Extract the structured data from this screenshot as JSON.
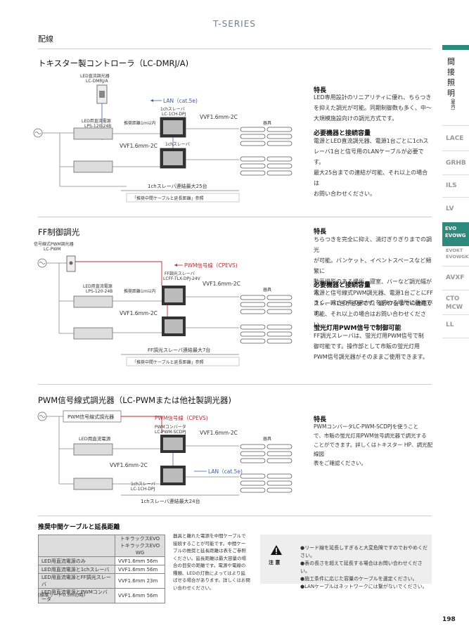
{
  "header": {
    "series": "T-SERIES",
    "section": "配線"
  },
  "sidetabs": {
    "active_label_chars": [
      "間",
      "接",
      "照",
      "明"
    ],
    "active_sub": "(屋内)",
    "items": [
      "LACE",
      "GRHB",
      "ILS",
      "LV",
      "EVO EVOWG",
      "EVOKT EVOWGKT",
      "AVXF",
      "CTO MCW",
      "LL"
    ]
  },
  "sec1": {
    "title": "トキスター製コントローラ（LC-DMRJ/A)",
    "feature_h": "特長",
    "feature_p": "LED専用設計のリニアリティに優れ、ちらつき\nを抑えた調光が可能。同期制御数も多く、中〜\n大規模施設向けの調光方式です。",
    "req_h": "必要機器と接続容量",
    "req_p": "電源とLED直流調光器、電源1台ごとに1chス\nレーバ1台と信号用のLANケーブルが必要です。\n最大25台までの連結が可能、それ以上の場合は\nお問い合わせください。",
    "diagram": {
      "dimmer_label1": "LED直流調光器",
      "dimmer_label2": "LC-DMRJ/A",
      "lan": "LAN（cat.5e)",
      "slave1": "1chスレーバ",
      "slave2": "LC-1CH-DPJ",
      "psu1": "LED用直流電源",
      "psu2": "LPS-120-24B",
      "dist": "推奨距離1m以内",
      "vvf": "VVF1.6mm-2C",
      "fixture": "器具",
      "slave_b1": "1chスレーバ",
      "max": "1chスレーバ連結最大25台",
      "ref": "「推奨中間ケーブルと延長距離」参照"
    }
  },
  "sec2": {
    "title": "FF制御調光",
    "feature_h": "特長",
    "feature_p": "ちらつきを完全に抑え、消灯ぎりぎりまでの調光\nが可能。バンケット、イベントスペースなど頻繁に\n動画撮影のある場所、寝室、バーなど調光幅が大\nきく、暗さの中のあかりを求める場所に最適です。",
    "req_h": "必要機器と接続容量",
    "req_p": "電源と信号線式PWM調光器、電源1台ごとにFF\nスレーバ1台が必要です。最大7台までの連結が\n可能、それ以上の場合はお問い合わせください。",
    "fl_h": "蛍光灯用PWM信号で制御可能",
    "fl_p": "FF調光スレーバは、蛍光灯用PWM信号で制\n御可能です。操作部として市販の蛍光灯用\nPWM信号調光器がそのままご使用できます。",
    "diagram": {
      "dimmer1": "信号線式PWM調光器",
      "dimmer2": "LC-PWM",
      "pwm": "PWM信号線（CPEVS)",
      "slave1": "FF調光スレーバ",
      "slave2": "LCFF-TLX-DPJ-24V",
      "psu1": "LED用直流電源",
      "psu2": "LPS-120-24B",
      "dist": "推奨距離1m以内",
      "vvf": "VVF1.6mm-2C",
      "fixture": "器具",
      "max": "FF調光スレーバ連結最大7台",
      "ref": "「推奨中間ケーブルと延長距離」参照"
    }
  },
  "sec3": {
    "title": "PWM信号線式調光器（LC-PWMまたは他社製調光器)",
    "feature_h": "特長",
    "feature_p": "PWMコンバータLC-PWM-SCDPJを使うこと\nで、市販の蛍光灯用PWM信号調光器で調光する\nことができます。詳しくはトキスター HP、調光配線図\n表をご確認ください。",
    "diagram": {
      "dimmer": "PWM信号線式調光器",
      "pwm": "PWM信号線（CPEVS)",
      "conv1": "PWMコンバータ",
      "conv2": "LC-PWM-SCDPJ",
      "psu": "LED用直流電源",
      "vvf": "VVF1.6mm-2C",
      "fixture": "器具",
      "lan": "LAN（cat.5e)",
      "slave1": "1chスレーバ",
      "slave2": "LC-1CH-DPJ",
      "max": "1chスレーバ連結最大24台"
    }
  },
  "cable": {
    "title": "推奨中間ケーブルと延長距離",
    "head": [
      "",
      "トキラックスEVO\nトキラックスEVO WG"
    ],
    "rows": [
      [
        "LED用直流電源のみ",
        "VVF1.6mm 56m"
      ],
      [
        "LED用直流電源と1chスレーバ",
        "VVF1.6mm 56m"
      ],
      [
        "LED用直流電源とFF調光スレーバ",
        "VVF1.6mm 23m"
      ],
      [
        "LED用直流電源とPWMコンバータ",
        "VVF1.6mm 56m"
      ]
    ],
    "footnote": "(標準リード0.5mの時)",
    "desc": "器具と離れた電源を中間ケーブルで\n接続することが可能です。中間ケー\nブルの推奨と延長距離は表をご参照\nください。延長距離は最大容量の場\n合の目安の距離です。電源や電線の\n種類、LEDの灯数によってはより延\nばせる場合があります。詳しくはお問\nい合わせください。"
  },
  "caution": {
    "label": "注 意",
    "items": [
      "●リード線を延長しすぎると大変危険ですのでおやめください。",
      "●表の長さを超えて延長する場合はお問い合わせください。",
      "●施工条件に応じた容量のケーブルを選定ください。",
      "●LANケーブルはネットワークには繋がないでください。"
    ]
  },
  "page": "198",
  "colors": {
    "accent": "#2e8a7d",
    "red": "#c0272d",
    "blue": "#3c5fa0"
  }
}
